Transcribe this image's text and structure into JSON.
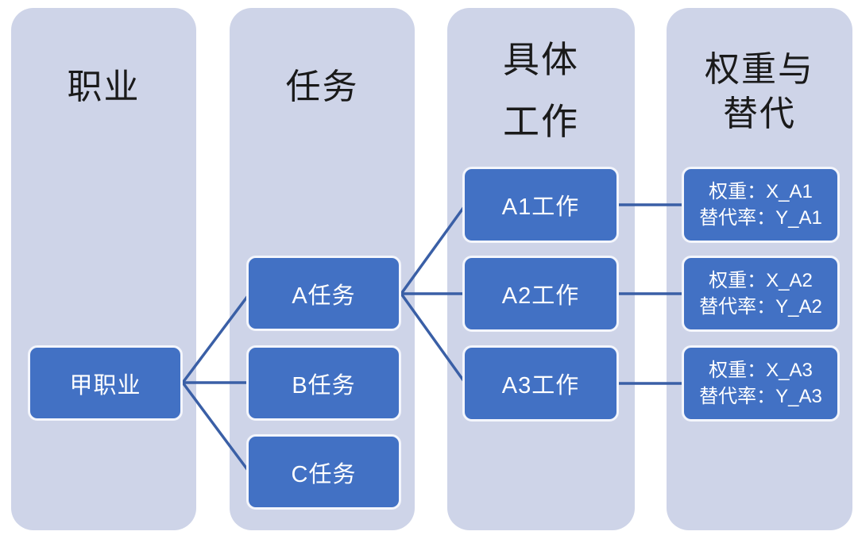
{
  "columns": [
    {
      "id": "occupation",
      "header": "职业"
    },
    {
      "id": "tasks",
      "header": "任务"
    },
    {
      "id": "specific-work",
      "header": "具体\n工作"
    },
    {
      "id": "weight-substitution",
      "header": "权重与\n替代"
    }
  ],
  "nodes": {
    "occupation": {
      "label": "甲职业"
    },
    "tasks": [
      {
        "label": "A任务"
      },
      {
        "label": "B任务"
      },
      {
        "label": "C任务"
      }
    ],
    "works": [
      {
        "label": "A1工作"
      },
      {
        "label": "A2工作"
      },
      {
        "label": "A3工作"
      }
    ],
    "weights": [
      {
        "line1": "权重：X_A1",
        "line2": "替代率：Y_A1"
      },
      {
        "line1": "权重：X_A2",
        "line2": "替代率：Y_A2"
      },
      {
        "line1": "权重：X_A3",
        "line2": "替代率：Y_A3"
      }
    ]
  },
  "edges": [
    {
      "from": "甲职业",
      "to": "A任务"
    },
    {
      "from": "甲职业",
      "to": "B任务"
    },
    {
      "from": "甲职业",
      "to": "C任务"
    },
    {
      "from": "A任务",
      "to": "A1工作"
    },
    {
      "from": "A任务",
      "to": "A2工作"
    },
    {
      "from": "A任务",
      "to": "A3工作"
    },
    {
      "from": "A1工作",
      "to": "权重：X_A1 / 替代率：Y_A1"
    },
    {
      "from": "A2工作",
      "to": "权重：X_A2 / 替代率：Y_A2"
    },
    {
      "from": "A3工作",
      "to": "权重：X_A3 / 替代率：Y_A3"
    }
  ],
  "colors": {
    "column_bg": "#ced4e8",
    "node_fill": "#4271c4",
    "node_border": "#f4f6fc",
    "connector": "#3a5fa6",
    "header_text": "#1a1a1a",
    "node_text": "#ffffff",
    "page_bg": "#ffffff"
  }
}
